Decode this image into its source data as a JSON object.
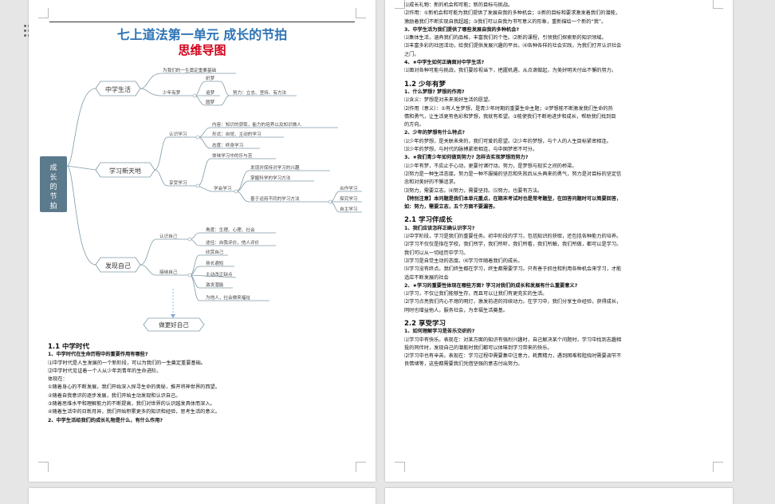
{
  "doc": {
    "title": "七上道法第一单元   成长的节拍",
    "subtitle": "思维导图"
  },
  "mindmap": {
    "root": "成长的节拍",
    "root_chars": [
      "成",
      "长",
      "的",
      "节",
      "拍"
    ],
    "branches": [
      {
        "label": "中学生活",
        "children": [
          "为我们的一生奠定重要基础",
          "少年有梦"
        ],
        "sub": {
          "parent": "少年有梦",
          "items": [
            "织梦",
            "追梦",
            "圆梦"
          ],
          "note": "努力：立志、坚持、有方法"
        }
      },
      {
        "label": "学习新天地",
        "children": [
          "认识学习",
          "享受学习"
        ],
        "learn": [
          "内容：知识的获取，能力的培养以及知识做人",
          "形式：自觉、主动的学习",
          "态度：终身学习"
        ],
        "enjoy": [
          "体味学习中的乐与苦",
          "学会学习"
        ],
        "method": [
          "发现并保持对学习的兴趣",
          "掌握科学的学习方法",
          "善于运用不同的学习方法"
        ],
        "styles": [
          "合作学习",
          "探究学习",
          "自主学习"
        ]
      },
      {
        "label": "发现自己",
        "children": [
          "认识自己",
          "接纳自己"
        ],
        "know": [
          "角度：生理、心理、社会",
          "途径：自我评价，他人评价"
        ],
        "accept": [
          "欣赏自己",
          "扬长避短",
          "主动改正缺点",
          "激发潜能",
          "为他人，社会做来福祉"
        ]
      }
    ],
    "end": "做更好自己"
  },
  "left_text": [
    {
      "t": "sec",
      "v": "1.1 中学时代"
    },
    {
      "t": "b",
      "v": "1、中学时代在生命历程中的重要作用有哪些?"
    },
    {
      "t": "n",
      "v": "⑴中学时代是人生发展的一个新阶段，可以为我们的一生奠定重要基础。"
    },
    {
      "t": "n",
      "v": "⑵中学时代见证着一个人从少年到青年的生命进阶。"
    },
    {
      "t": "n",
      "v": "体现在："
    },
    {
      "t": "n",
      "v": "①随着身心的不断发展，我们开始深入探寻生命的奥秘，推开将神世界的西望。"
    },
    {
      "t": "n",
      "v": "②随着自我意识的逐步发展，我们开始主动发现和认识自己。"
    },
    {
      "t": "n",
      "v": "③随着思维水平和理解能力的不断提高，我们对世界的认识越发具体而深入。"
    },
    {
      "t": "n",
      "v": "④随着生活中的日新月异，我们开始积累更多的知识和经验，思考生活的意义。"
    },
    {
      "t": "b",
      "v": "2、中学生活给我们的成长礼物是什么，有什么作用?"
    }
  ],
  "right_text": [
    {
      "t": "n",
      "v": "⑴成长礼物：新的机会和可能；新的目标与挑战。"
    },
    {
      "t": "n",
      "v": "⑵作用：①新机会和可能为我们提供了发展自我的多种机会；②新的目标和要求激发着我们的潜能，"
    },
    {
      "t": "n",
      "v": "激励着我们不断实现自我超越；③我们可以自我为书写意义的形象，重新描绘一个新的“我”。"
    },
    {
      "t": "b",
      "v": "3、中学生活为我们提供了哪些发展自我的多种机会?"
    },
    {
      "t": "n",
      "v": "⑴集体生活，涵养我们的品格，丰富我们的个性。⑵新的课程，引领我们探索新的知识领域。"
    },
    {
      "t": "n",
      "v": "⑶丰富多彩的社团活动，给我们提供发展兴趣的平台。⑷各种各样的社会实践，为我们打开认识社会"
    },
    {
      "t": "n",
      "v": "之门。"
    },
    {
      "t": "b",
      "v": "4、★中学生如何正确面对中学生活?"
    },
    {
      "t": "n",
      "v": "⑴面对各种可能与挑战，我们要珍视当下，把握机遇，从点滴做起，为美好明天付出不懈的努力。"
    },
    {
      "t": "sp",
      "v": ""
    },
    {
      "t": "sec",
      "v": "1.2 少年有梦"
    },
    {
      "t": "b",
      "v": "1、什么梦想? 梦想的作用?"
    },
    {
      "t": "n",
      "v": "⑴含义：梦想是对未来美好生活的愿望。"
    },
    {
      "t": "n",
      "v": "⑵作用（意义）：①有人生梦想，是青少年时期的重要生命主题；②梦想能不断激发我们生命的热"
    },
    {
      "t": "n",
      "v": "情和勇气，让生活更有色彩和梦想，我就有希望。③能使我们不断地进步和成长，帮助我们找到目"
    },
    {
      "t": "n",
      "v": "的方向。"
    },
    {
      "t": "b",
      "v": "2、少年的梦想有什么特点?"
    },
    {
      "t": "n",
      "v": "⑴少年的梦想，是关联未来的，我们可爱的愿望。⑵少年的梦想，与个人的人生目标紧密相连。"
    },
    {
      "t": "n",
      "v": "⑶少年的梦想，与时代的脉搏紧密相连，与中国梦密不可分。"
    },
    {
      "t": "b",
      "v": "3、★我们青少年如何做到努力? 怎样去实现梦想而努力?"
    },
    {
      "t": "n",
      "v": "⑴少年有梦，不应止于心动，更要付诸行动。努力，是梦想与现实之间的桥梁。"
    },
    {
      "t": "n",
      "v": "⑵努力是一种生活态度。努力是一种不服输的坚忍和失败后从头再来的勇气，努力是对目标的坚定信"
    },
    {
      "t": "n",
      "v": "念和对美好的不懈追求。"
    },
    {
      "t": "n",
      "v": "⑶努力，需要立志。⑷努力，需要坚持。⑸努力，也要有方法。"
    },
    {
      "t": "b",
      "v": "【特别注意】本问题是我们本单元重点，在期末考试时也是常考题型，在回答问题时可以简要回答，"
    },
    {
      "t": "b",
      "v": "如：努力，需要立志，五个方面不要漏答。"
    },
    {
      "t": "sp",
      "v": ""
    },
    {
      "t": "sec",
      "v": "2.1 学习伴成长"
    },
    {
      "t": "b",
      "v": "1、我们应该怎样正确认识学习?"
    },
    {
      "t": "n",
      "v": "⑴中学阶段，学习是我们的重要任务。初中阶段的学习，包括知识的获取，还包括各种能力的培养。"
    },
    {
      "t": "n",
      "v": "⑵学习不仅仅是指在学校，我们所学，我们所听，我们所看，我们所触，我们所做，都可以是学习。"
    },
    {
      "t": "n",
      "v": "我们可以从一切经历中学习。"
    },
    {
      "t": "n",
      "v": "⑶学习是自觉主动的态度。⑷学习伴随着我们的成长。"
    },
    {
      "t": "n",
      "v": "⑸学习没有终点。我们终生都在学习，终生都需要学习。只有善于抓住和利用各种机会来学习，才能"
    },
    {
      "t": "n",
      "v": "适应不断发展的社会"
    },
    {
      "t": "b",
      "v": "2、★学习的重要性体现在哪些方面? 学习对我们的成长和发展有什么重要意义?"
    },
    {
      "t": "n",
      "v": "⑴学习，不仅让我们能够生存，而且可以让我们有更充实的生活。"
    },
    {
      "t": "n",
      "v": "⑵学习点亮我们内心不熄的明灯，激发前进的持续动力。在学习中，我们分享生命经验，获得成长，"
    },
    {
      "t": "n",
      "v": "同时也增益他人，服务社会，为幸福生活奠基。"
    },
    {
      "t": "sp",
      "v": ""
    },
    {
      "t": "sec",
      "v": "2.2 享受学习"
    },
    {
      "t": "b",
      "v": "1、如何理解学习是苦乐交织的?"
    },
    {
      "t": "n",
      "v": "⑴学习中有快乐。表现在：对某方面的知识有强烈兴趣时，自己解决某个问题时，学习中找到志趣相"
    },
    {
      "t": "n",
      "v": "投的同伴时，发现自己的潜能时我们都可以体味到学习带来的快乐。"
    },
    {
      "t": "n",
      "v": "⑵学习中也有辛苦。表现在：学习过程中需要集中注意力，耗费精力，遇到困难和阻挠时需要调节不"
    },
    {
      "t": "n",
      "v": "良情绪等，这些都需要我们凭借坚强的意志付出努力。"
    }
  ]
}
